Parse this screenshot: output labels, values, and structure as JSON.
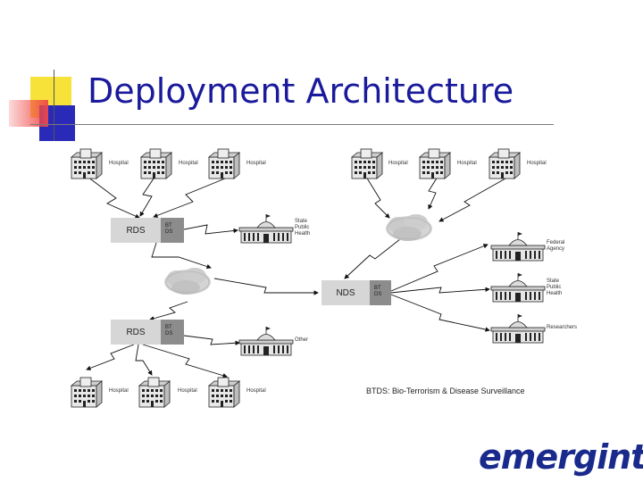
{
  "slide": {
    "title": "Deployment Architecture",
    "legend": "BTDS:  Bio-Terrorism & Disease Surveillance",
    "logo_text": "emergint"
  },
  "diagram": {
    "nodes": {
      "rds_top": {
        "main": "RDS",
        "side_1": "BT",
        "side_2": "DS"
      },
      "rds_bottom": {
        "main": "RDS",
        "side_1": "BT",
        "side_2": "DS"
      },
      "nds": {
        "main": "NDS",
        "side_1": "BT",
        "side_2": "DS"
      }
    },
    "hospital_label": "Hospital",
    "labels": {
      "state_public_health_1": "State",
      "state_public_health_2": "Public",
      "state_public_health_3": "Health",
      "other": "Other",
      "federal_agency_1": "Federal",
      "federal_agency_2": "Agency",
      "state_public_health_b1": "State",
      "state_public_health_b2": "Public",
      "state_public_health_b3": "Health",
      "researchers": "Researchers"
    }
  },
  "colors": {
    "title": "#1a1a9c",
    "deco_yellow": "#f7e23a",
    "deco_blue": "#2a2ab8",
    "deco_red": "#f04848",
    "logo": "#1a2a8c"
  }
}
